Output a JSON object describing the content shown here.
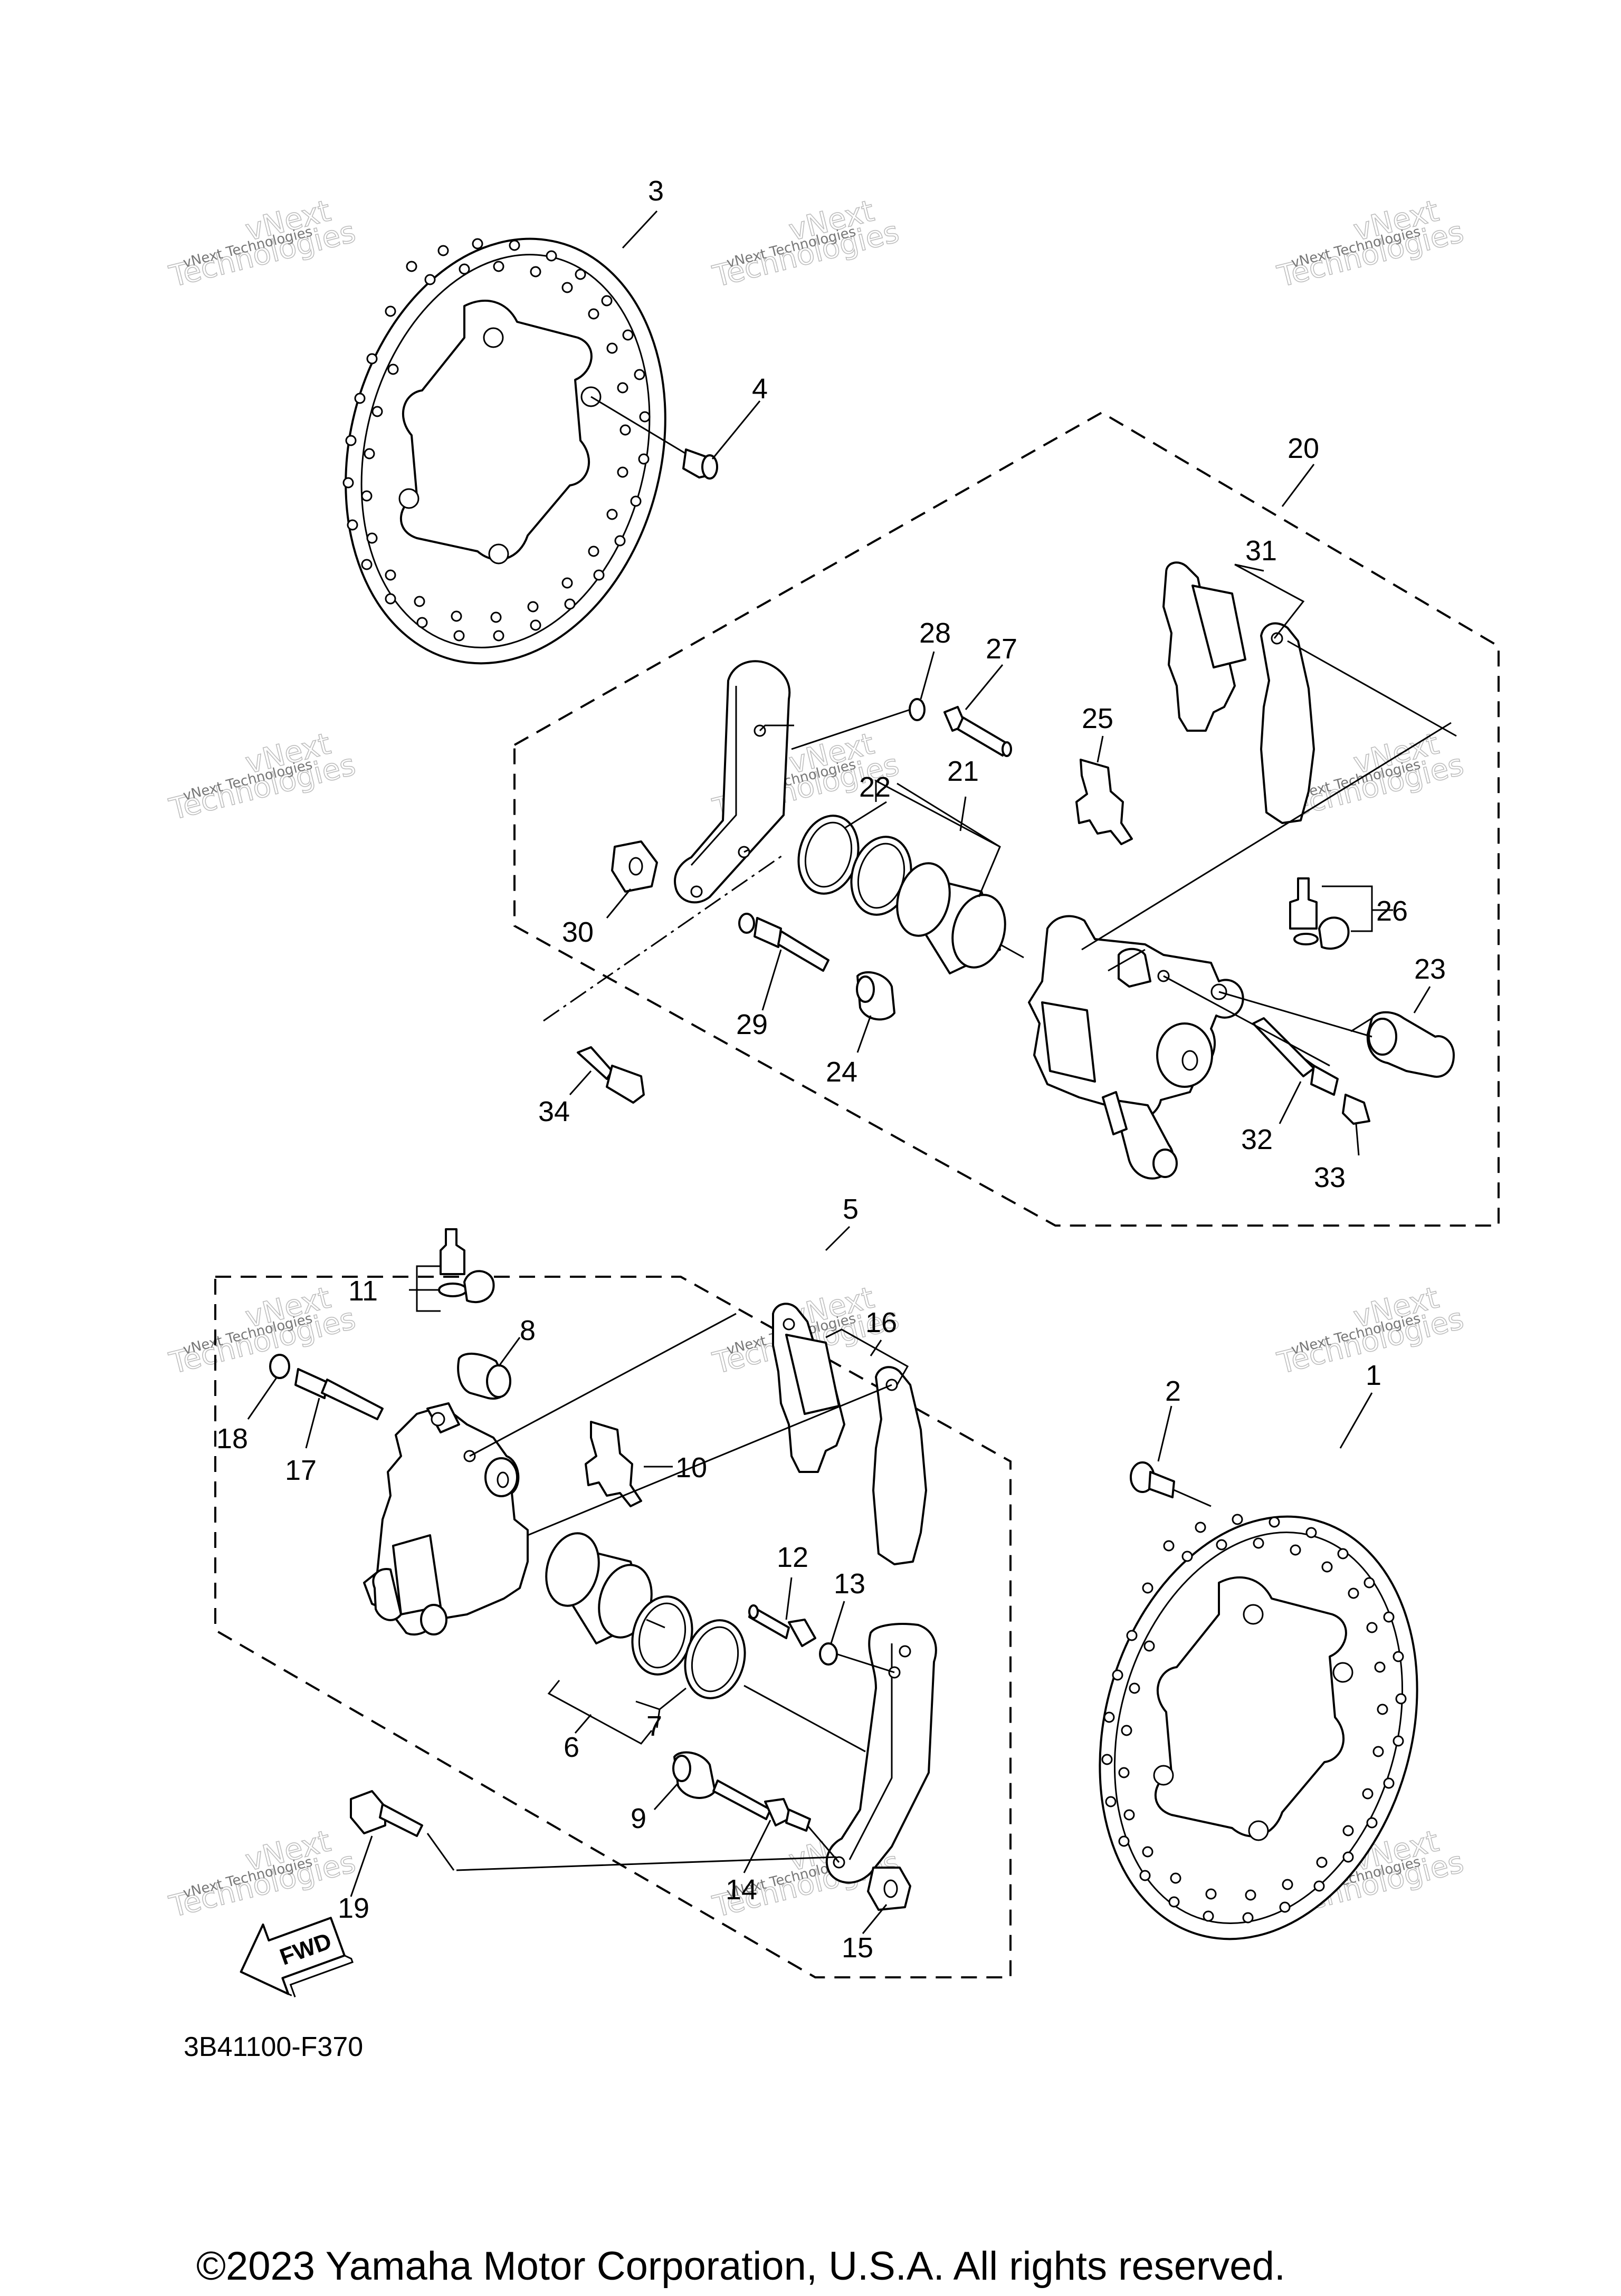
{
  "callouts": {
    "c1": "1",
    "c2": "2",
    "c3": "3",
    "c4": "4",
    "c5": "5",
    "c6": "6",
    "c7": "7",
    "c8": "8",
    "c9": "9",
    "c10": "10",
    "c11": "11",
    "c12": "12",
    "c13": "13",
    "c14": "14",
    "c15": "15",
    "c16": "16",
    "c17": "17",
    "c18": "18",
    "c19": "19",
    "c20": "20",
    "c21": "21",
    "c22": "22",
    "c23": "23",
    "c24": "24",
    "c25": "25",
    "c26": "26",
    "c27": "27",
    "c28": "28",
    "c29": "29",
    "c30": "30",
    "c31": "31",
    "c32": "32",
    "c33": "33",
    "c34": "34"
  },
  "fwd_label": "FWD",
  "watermark": {
    "line1": "vNext",
    "line2": "Technologies",
    "small": "vNext Technologies"
  },
  "diagram_code": "3B41100-F370",
  "copyright": "©2023 Yamaha Motor Corporation, U.S.A. All rights reserved.",
  "icons": {
    "fwd": "fwd-arrow-icon"
  }
}
